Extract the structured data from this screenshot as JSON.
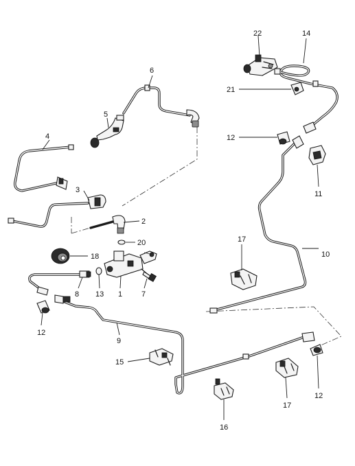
{
  "callouts": [
    {
      "id": "c1",
      "label": "1"
    },
    {
      "id": "c2",
      "label": "2"
    },
    {
      "id": "c3",
      "label": "3"
    },
    {
      "id": "c4",
      "label": "4"
    },
    {
      "id": "c5",
      "label": "5"
    },
    {
      "id": "c6",
      "label": "6"
    },
    {
      "id": "c7",
      "label": "7"
    },
    {
      "id": "c8",
      "label": "8"
    },
    {
      "id": "c9",
      "label": "9"
    },
    {
      "id": "c10",
      "label": "10"
    },
    {
      "id": "c11",
      "label": "11"
    },
    {
      "id": "c12a",
      "label": "12"
    },
    {
      "id": "c12b",
      "label": "12"
    },
    {
      "id": "c12c",
      "label": "12"
    },
    {
      "id": "c13",
      "label": "13"
    },
    {
      "id": "c14",
      "label": "14"
    },
    {
      "id": "c15",
      "label": "15"
    },
    {
      "id": "c16",
      "label": "16"
    },
    {
      "id": "c17a",
      "label": "17"
    },
    {
      "id": "c17b",
      "label": "17"
    },
    {
      "id": "c18",
      "label": "18"
    },
    {
      "id": "c20",
      "label": "20"
    },
    {
      "id": "c21",
      "label": "21"
    },
    {
      "id": "c22",
      "label": "22"
    }
  ]
}
